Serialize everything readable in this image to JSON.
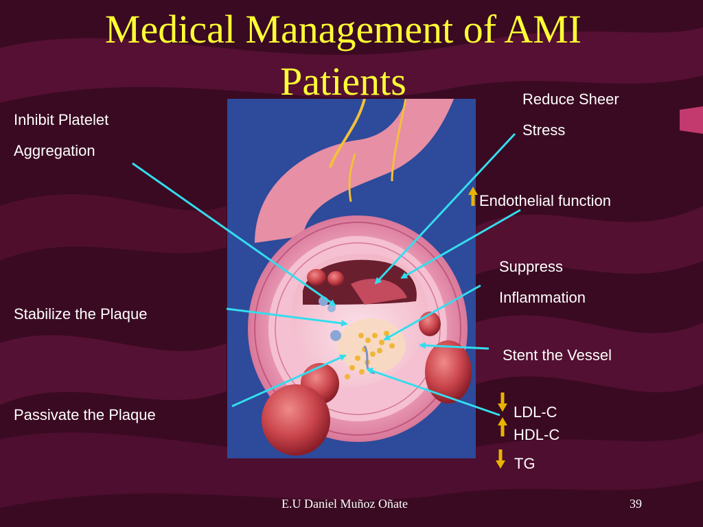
{
  "slide": {
    "title_line1": "Medical Management of AMI",
    "title_line2": "Patients",
    "footer_author": "E.U Daniel Muñoz Oñate",
    "page_number": "39"
  },
  "labels": {
    "inhibit_1": "Inhibit Platelet",
    "inhibit_2": "Aggregation",
    "stabilize": "Stabilize the Plaque",
    "passivate": "Passivate the Plaque",
    "sheer_1": "Reduce Sheer",
    "sheer_2": "Stress",
    "endothelial": "Endothelial function",
    "suppress_1": "Suppress",
    "suppress_2": "Inflammation",
    "stent": "Stent the Vessel",
    "ldl": "LDL-C",
    "hdl": "HDL-C",
    "tg": "TG"
  },
  "indicators": {
    "endothelial": "up",
    "ldl": "down",
    "hdl": "up",
    "tg": "down"
  },
  "colors": {
    "title": "#ffff33",
    "arrow_line": "#33ddee",
    "indicator_arrow": "#e8b400",
    "background": "#3a0a22",
    "illustration_bg": "#2e4a9a"
  }
}
